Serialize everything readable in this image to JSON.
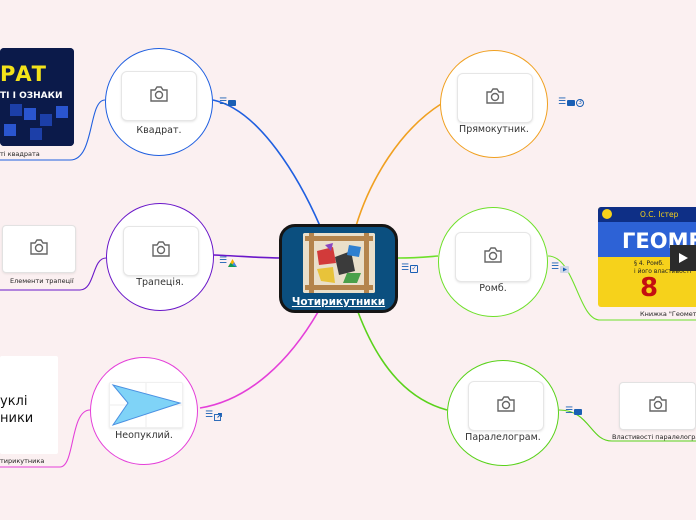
{
  "colors": {
    "background": "#fbf0f1",
    "kvadrat": "#1f5fe0",
    "trapetsiia": "#6a17c9",
    "neopuklyi": "#e43fd9",
    "priamokutnyk": "#f0a020",
    "romb": "#6ee02a",
    "paralelohram": "#5ad21b",
    "center_fill": "#0b4f7f"
  },
  "center": {
    "title": "Чотирикутники"
  },
  "nodes": {
    "kvadrat": {
      "label": "Квадрат."
    },
    "trapetsiia": {
      "label": "Трапеція."
    },
    "neopuklyi": {
      "label": "Неопуклий."
    },
    "priamokutnyk": {
      "label": "Прямокутник."
    },
    "romb": {
      "label": "Ромб."
    },
    "paralelohram": {
      "label": "Паралелограм."
    }
  },
  "leaves": {
    "kvadrat": {
      "caption": "ті квадрата",
      "thumb_line1": "РАТ",
      "thumb_line2": "ТІ І ОЗНАКИ"
    },
    "trapetsiia": {
      "caption": "Елементи трапеції"
    },
    "neopuklyi": {
      "caption": "тирикутника",
      "text_line1": "уклі",
      "text_line2": "ники"
    },
    "romb": {
      "caption": "Книжка \"Геометр",
      "author": "О.С. Істер",
      "title": "ГЕОМЕ",
      "subtitle1": "§ 4. Ромб.",
      "subtitle2": "і його властивості",
      "grade": "8"
    },
    "paralelohram": {
      "caption": "Властивості паралелограм"
    }
  },
  "icons": {
    "camera": "camera-icon",
    "notes": "notes-icon",
    "attachment": "attachment-icon",
    "play": "play-icon"
  },
  "badges": {
    "priamokutnyk_count": "3"
  }
}
